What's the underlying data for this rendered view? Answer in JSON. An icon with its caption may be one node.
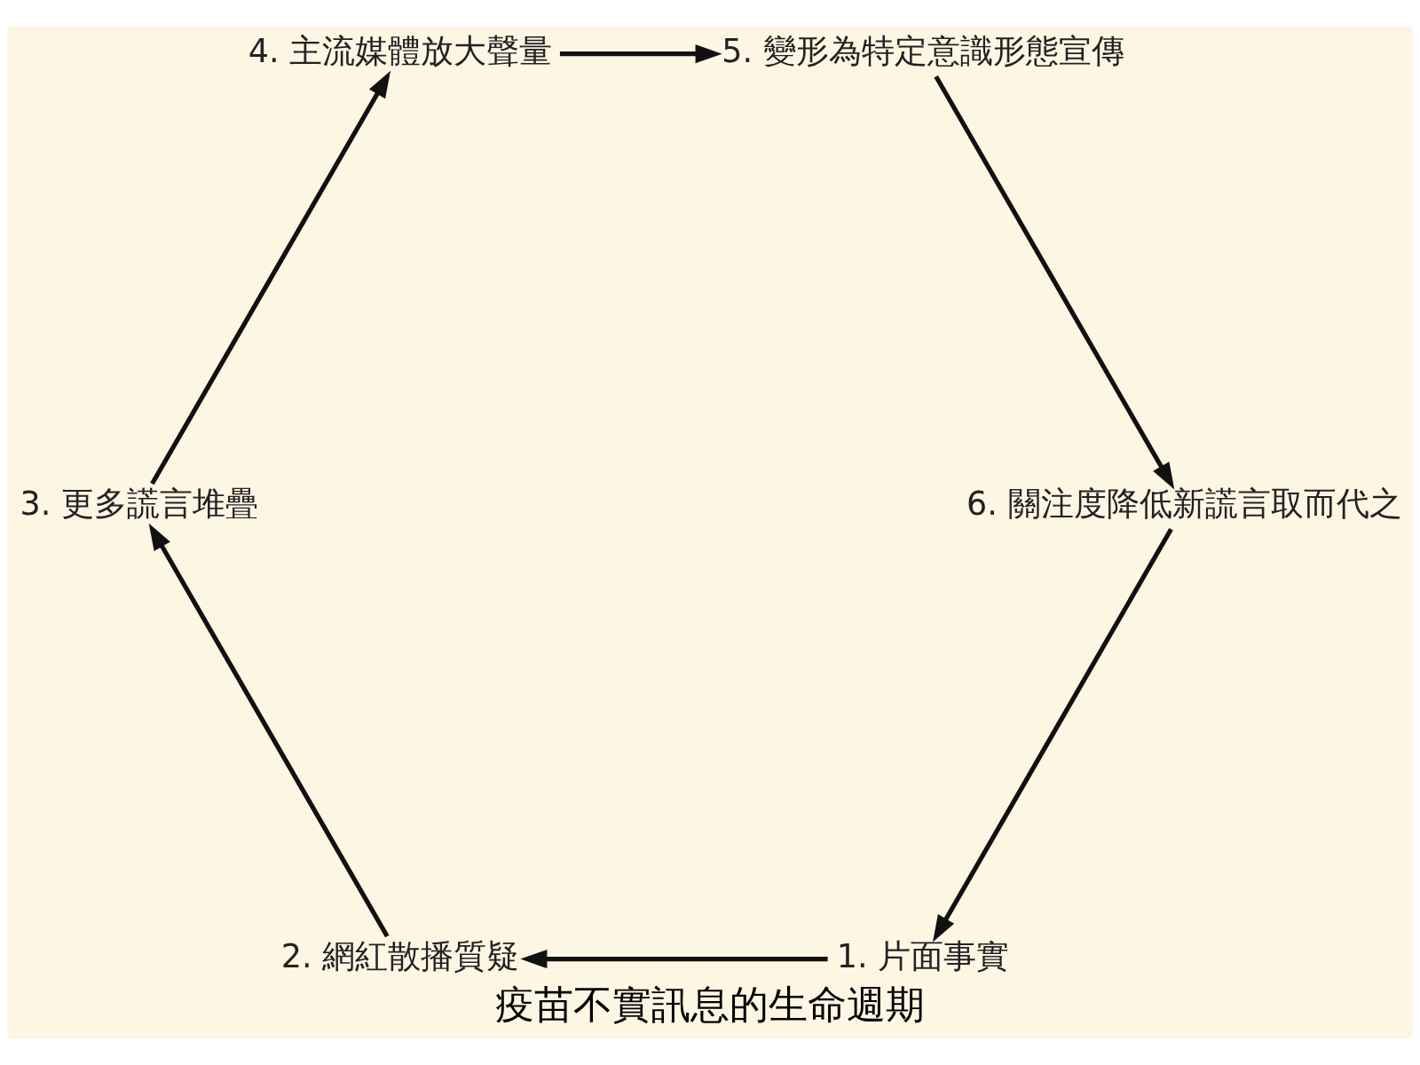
{
  "diagram": {
    "title": "疫苗不實訊息的生命週期",
    "nodes": [
      {
        "text": [
          "1. 片面事實"
        ]
      },
      {
        "text": [
          "2. 網紅散播質疑"
        ]
      },
      {
        "text": [
          "3. 更多謊言堆疊"
        ]
      },
      {
        "text": [
          "4. 主流媒體放大聲量"
        ]
      },
      {
        "text": [
          "5. 變形為特定意識形態宣傳"
        ]
      },
      {
        "text": [
          "6. 關注度降低新謊言取而代之"
        ]
      }
    ],
    "edges": [
      {
        "from": 0,
        "to": 1,
        "arrow": "to"
      },
      {
        "from": 1,
        "to": 2,
        "arrow": "to"
      },
      {
        "from": 2,
        "to": 3,
        "arrow": "to"
      },
      {
        "from": 3,
        "to": 4,
        "arrow": "to"
      },
      {
        "from": 4,
        "to": 5,
        "arrow": "to"
      },
      {
        "from": 5,
        "to": 0,
        "arrow": "to"
      }
    ]
  }
}
